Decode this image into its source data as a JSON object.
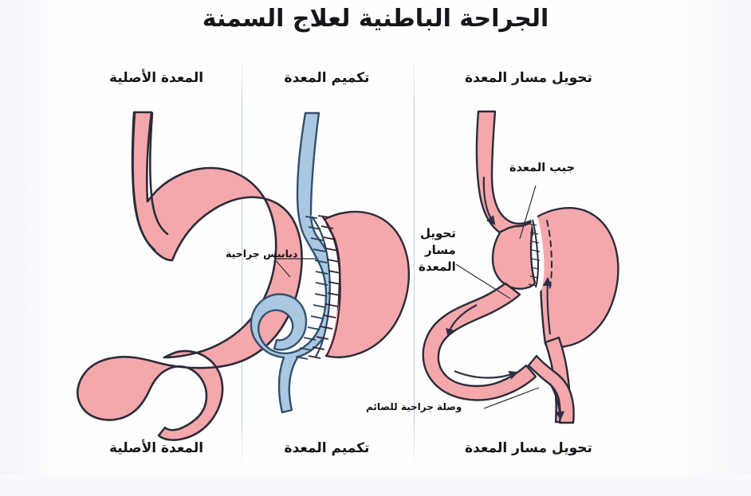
{
  "title": "الجراحة الباطنية لعلاج السمنة",
  "background_color": "#f8f8fc",
  "colors": {
    "stomach_pink": "#f5a8ac",
    "stomach_blue": "#a9c9e2",
    "outline_dark": "#2b2b3a",
    "outline_blue": "#35506e",
    "divider": "#b9d2de",
    "text": "#141418"
  },
  "panels": [
    {
      "id": "normal",
      "header": "المعدة الأصلية",
      "footer": "المعدة الأصلية",
      "fill": "#f5a8ac",
      "annotations": []
    },
    {
      "id": "sleeve",
      "header": "تكميم المعدة",
      "footer": "تكميم المعدة",
      "fill": "#a9c9e2",
      "removed_fill": "#f5a8ac",
      "annotations": [
        {
          "id": "staples",
          "label": "دبابيس جراحية"
        }
      ]
    },
    {
      "id": "bypass",
      "header": "تحويل مسار المعدة",
      "footer": "تحويل مسار المعدة",
      "fill": "#f5a8ac",
      "annotations": [
        {
          "id": "pouch",
          "label": "جيب المعدة"
        },
        {
          "id": "route_line1",
          "label": "تحويل"
        },
        {
          "id": "route_line2",
          "label": "مسار"
        },
        {
          "id": "route_line3",
          "label": "المعدة"
        },
        {
          "id": "jejunum",
          "label": "وصلة جراحية للصائم"
        }
      ]
    }
  ]
}
